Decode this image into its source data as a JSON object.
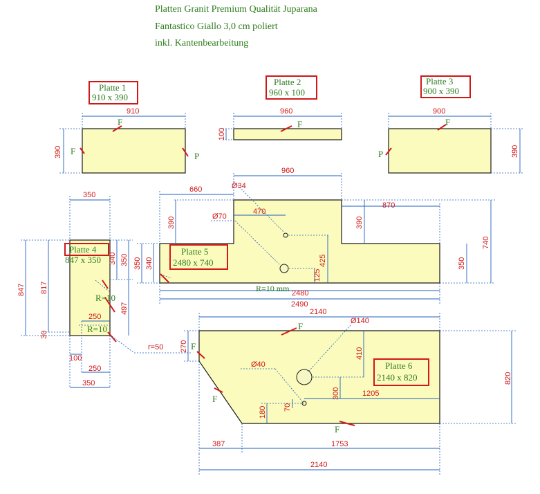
{
  "header": {
    "line1": "Platten Granit Premium Qualität Juparana",
    "line2": "Fantastico Giallo 3,0 cm poliert",
    "line3": "inkl. Kantenbearbeitung"
  },
  "plates": {
    "p1": {
      "name": "Platte 1",
      "size": "910 x 390"
    },
    "p2": {
      "name": "Platte 2",
      "size": "960 x 100"
    },
    "p3": {
      "name": "Platte 3",
      "size": "900 x 390"
    },
    "p4": {
      "name": "Platte 4",
      "size": "847 x 350"
    },
    "p5": {
      "name": "Platte 5",
      "size": "2480 x 740"
    },
    "p6": {
      "name": "Platte 6",
      "size": "2140 x 820"
    }
  },
  "edge_marks": {
    "F": "F",
    "P": "P"
  },
  "dimensions": {
    "p1_w": "910",
    "p1_h": "390",
    "p2_w": "960",
    "p2_h": "100",
    "p3_w": "900",
    "p3_h": "390",
    "p4_w": "350",
    "p4_340": "340",
    "p4_350": "350",
    "p4_847": "847",
    "p4_817": "817",
    "p4_30": "30",
    "p4_497": "497",
    "p4_250a": "250",
    "p4_100": "100",
    "p4_250b": "250",
    "p4_350b": "350",
    "p4_r10a": "R=10",
    "p4_r10b": "R=10",
    "p4_r50": "r=50",
    "p5_660": "660",
    "p5_960": "960",
    "p5_d34": "Ø34",
    "p5_470": "470",
    "p5_870": "870",
    "p5_d70": "Ø70",
    "p5_390a": "390",
    "p5_390b": "390",
    "p5_350a": "350",
    "p5_340": "340",
    "p5_425": "425",
    "p5_125": "125",
    "p5_740": "740",
    "p5_350b": "350",
    "p5_r10": "R=10 mm",
    "p5_2480": "2480",
    "p5_2490": "2490",
    "p6_2140top": "2140",
    "p6_d140": "Ø140",
    "p6_270": "270",
    "p6_410": "410",
    "p6_d40": "Ø40",
    "p6_300": "300",
    "p6_1205": "1205",
    "p6_820": "820",
    "p6_70": "70",
    "p6_180": "180",
    "p6_387": "387",
    "p6_1753": "1753",
    "p6_2140bottom": "2140"
  }
}
